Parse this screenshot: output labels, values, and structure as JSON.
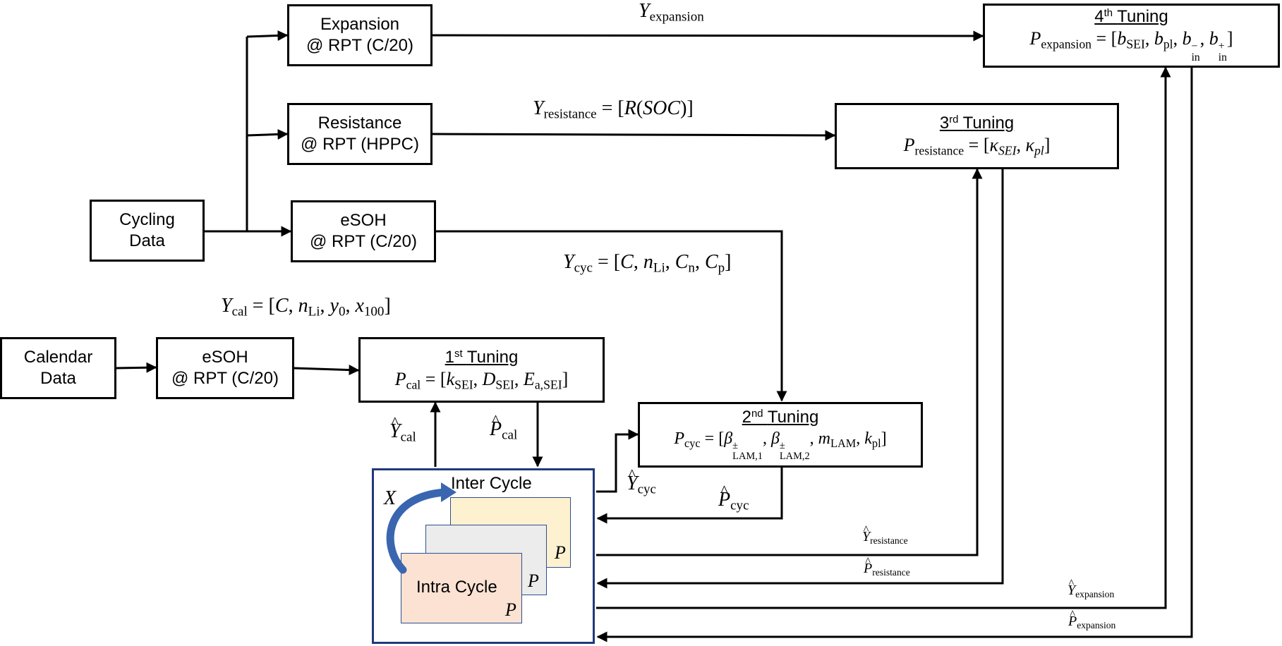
{
  "boxes": {
    "cycling_data": {
      "line1": "Cycling",
      "line2": "Data"
    },
    "calendar_data": {
      "line1": "Calendar",
      "line2": "Data"
    },
    "expansion_rpt": {
      "line1": "Expansion",
      "line2": "@ RPT (C/20)"
    },
    "resistance_rpt": {
      "line1": "Resistance",
      "line2": "@ RPT (HPPC)"
    },
    "esoh_cycling": {
      "line1": "eSOH",
      "line2": "@ RPT (C/20)"
    },
    "esoh_calendar": {
      "line1": "eSOH",
      "line2": "@ RPT (C/20)"
    }
  },
  "tunings": {
    "first": {
      "num": "1",
      "sup": "st",
      "word": "Tuning"
    },
    "second": {
      "num": "2",
      "sup": "nd",
      "word": "Tuning"
    },
    "third": {
      "num": "3",
      "sup": "rd",
      "word": "Tuning"
    },
    "fourth": {
      "num": "4",
      "sup": "th",
      "word": "Tuning"
    }
  },
  "model": {
    "inter_cycle": "Inter Cycle",
    "intra_cycle": "Intra Cycle",
    "param_symbol": "P",
    "input_symbol": "X"
  },
  "colors": {
    "model_border": "#1f3a7a",
    "card_back": "#fdf1d0",
    "card_mid": "#ececec",
    "card_front": "#fbe2d3",
    "feedback_arrow": "#3a66b0"
  }
}
